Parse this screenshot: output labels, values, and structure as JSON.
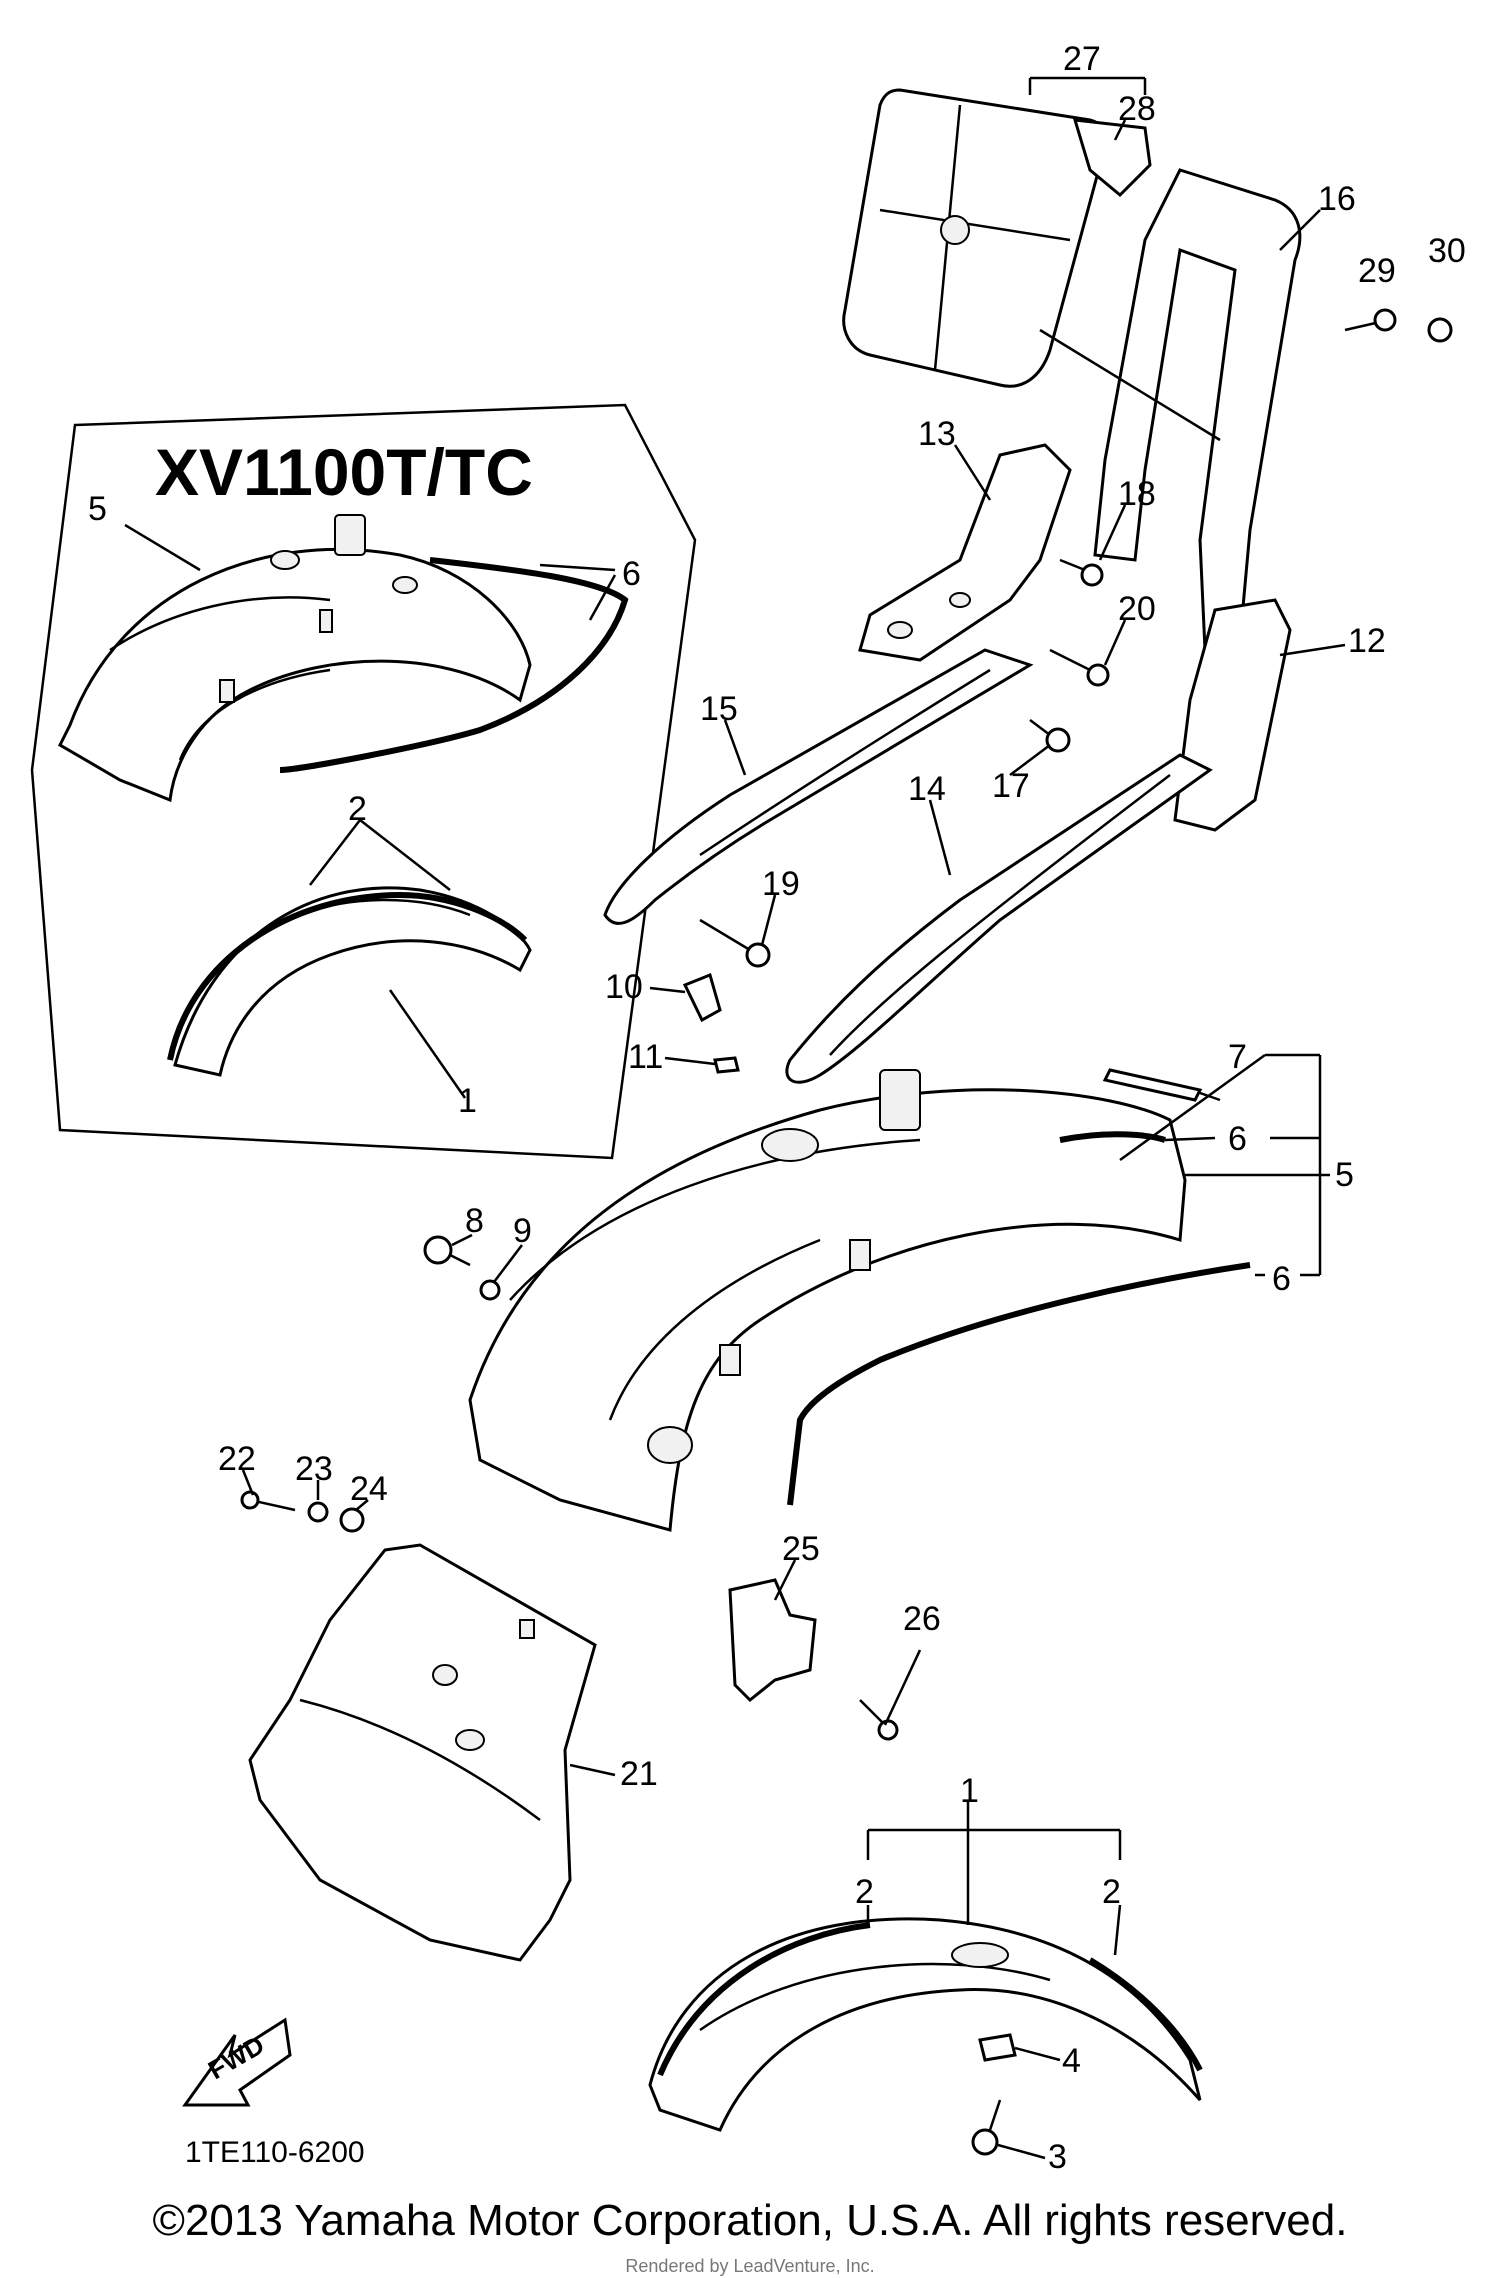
{
  "diagram": {
    "model_title": "XV1100T/TC",
    "part_code": "1TE110-6200",
    "fwd_label": "FWD",
    "callouts": [
      "1",
      "2",
      "3",
      "4",
      "5",
      "6",
      "7",
      "8",
      "9",
      "10",
      "11",
      "12",
      "13",
      "14",
      "15",
      "16",
      "17",
      "18",
      "19",
      "20",
      "21",
      "22",
      "23",
      "24",
      "25",
      "26",
      "27",
      "28",
      "29",
      "30"
    ],
    "icons": [
      "fwd-arrow-icon"
    ]
  },
  "footer": {
    "copyright": "©2013 Yamaha Motor Corporation, U.S.A. All rights reserved.",
    "watermark": "Rendered by LeadVenture, Inc."
  }
}
